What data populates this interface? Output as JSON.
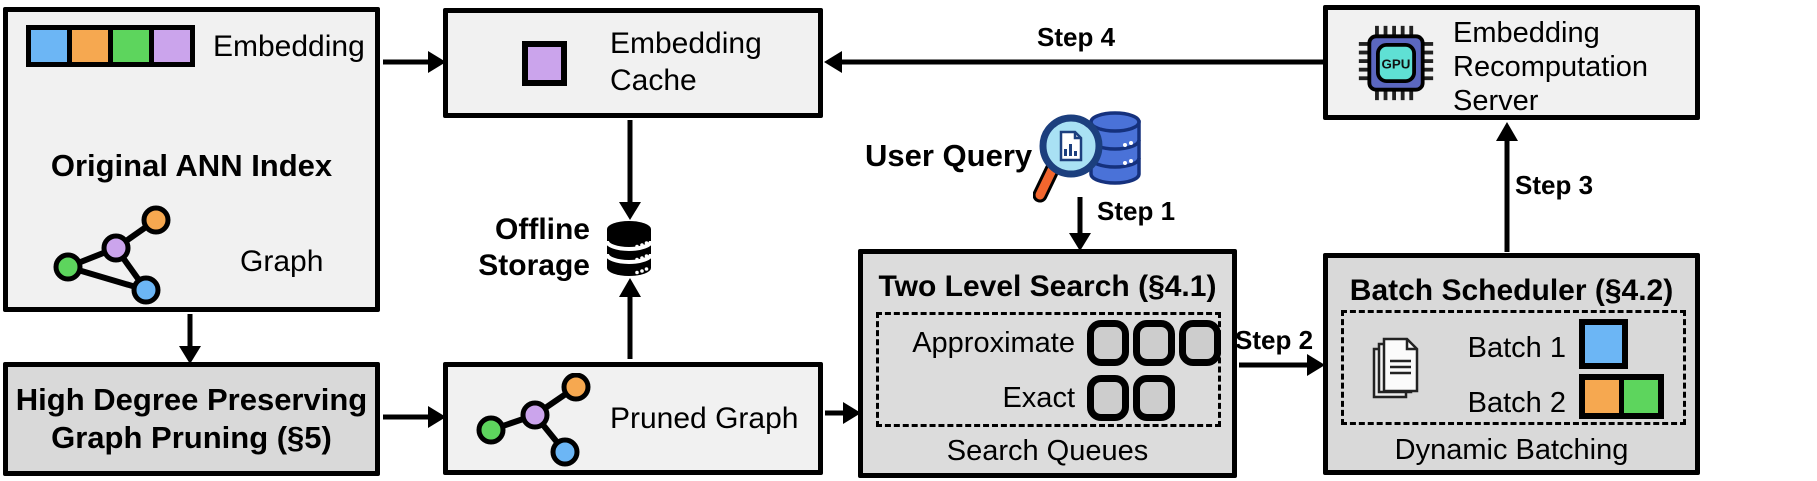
{
  "ann_index_box": {
    "embedding_label": "Embedding",
    "title": "Original ANN Index",
    "graph_label": "Graph"
  },
  "high_degree_box": {
    "line1": "High Degree Preserving",
    "line2": "Graph Pruning (§5)"
  },
  "embedding_cache_box": {
    "line1": "Embedding",
    "line2": "Cache"
  },
  "offline_storage": {
    "line1": "Offline",
    "line2": "Storage",
    "icon": "database-icon"
  },
  "pruned_graph_box": {
    "label": "Pruned Graph"
  },
  "user_query": {
    "label": "User Query",
    "icon": "magnifier-database-icon"
  },
  "two_level_search_box": {
    "title": "Two Level Search (§4.1)",
    "row1_label": "Approximate",
    "row2_label": "Exact",
    "approximate_slots": 3,
    "exact_slots": 2,
    "caption": "Search Queues"
  },
  "batch_scheduler_box": {
    "title": "Batch Scheduler (§4.2)",
    "batch1_label": "Batch 1",
    "batch2_label": "Batch 2",
    "caption": "Dynamic Batching",
    "icon": "document-stack-icon"
  },
  "recomputation_server_box": {
    "line1": "Embedding",
    "line2": "Recomputation",
    "line3": "Server",
    "chip_label": "GPU",
    "icon": "gpu-chip-icon"
  },
  "steps": {
    "step1": "Step 1",
    "step2": "Step 2",
    "step3": "Step 3",
    "step4": "Step 4"
  },
  "colors": {
    "blue": "#6cb6f5",
    "orange": "#f6a850",
    "green": "#5dd55d",
    "purple": "#cba4ec",
    "light_box": "#f1f1f1",
    "dark_box": "#d9d9d9",
    "slot_fill": "#cdcdcd",
    "gpu_chip_body": "#5b67c0",
    "gpu_chip_core": "#5fe0d4",
    "db_blue": "#4a72d8",
    "db_outline": "#15317d",
    "lens_fill": "#a9e1f4",
    "handle_orange": "#f2662e"
  }
}
